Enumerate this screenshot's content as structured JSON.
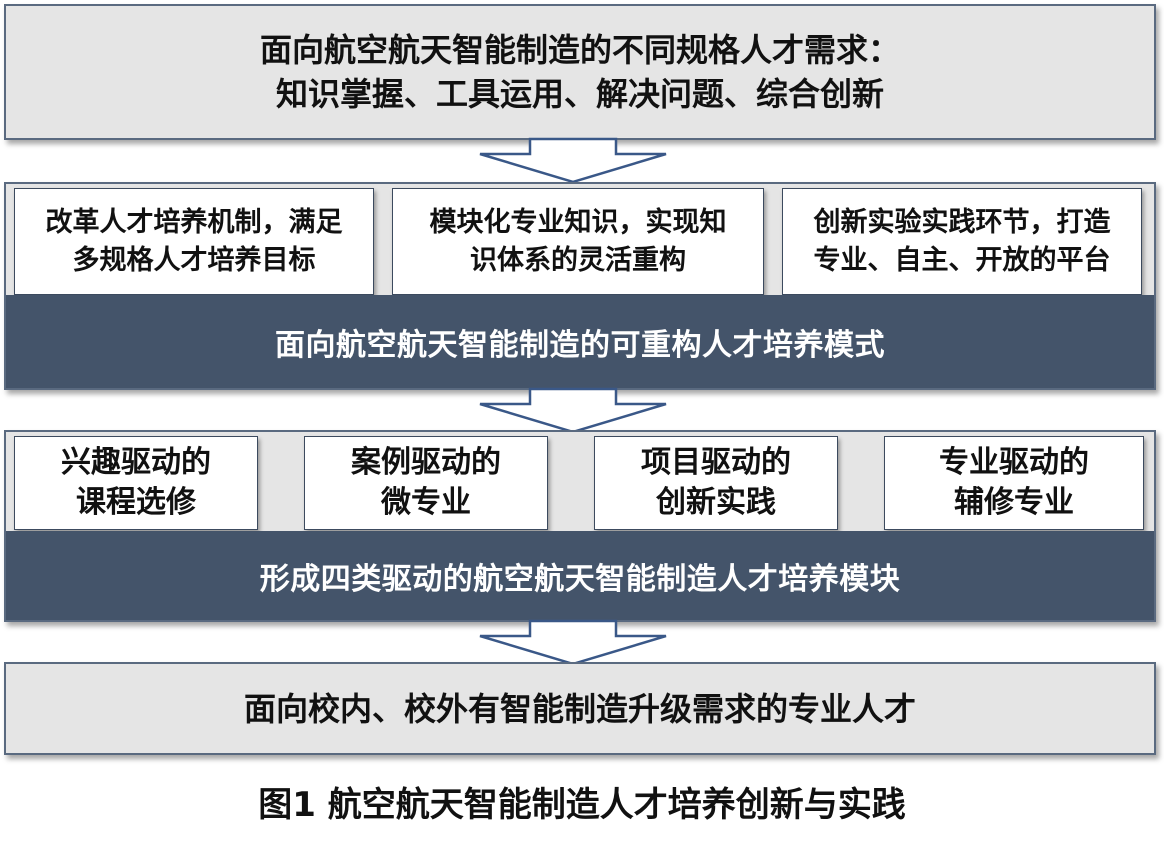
{
  "top_requirement": {
    "line1": "面向航空航天智能制造的不同规格人才需求：",
    "line2": "知识掌握、工具运用、解决问题、综合创新"
  },
  "reform_boxes": [
    {
      "line1": "改革人才培养机制，满足",
      "line2": "多规格人才培养目标"
    },
    {
      "line1": "模块化专业知识，实现知",
      "line2": "识体系的灵活重构"
    },
    {
      "line1": "创新实验实践环节，打造",
      "line2": "专业、自主、开放的平台"
    }
  ],
  "mode_bar": "面向航空航天智能制造的可重构人才培养模式",
  "driver_boxes": [
    {
      "line1": "兴趣驱动的",
      "line2": "课程选修"
    },
    {
      "line1": "案例驱动的",
      "line2": "微专业"
    },
    {
      "line1": "项目驱动的",
      "line2": "创新实践"
    },
    {
      "line1": "专业驱动的",
      "line2": "辅修专业"
    }
  ],
  "module_bar": "形成四类驱动的航空航天智能制造人才培养模块",
  "target_box": "面向校内、校外有智能制造升级需求的专业人才",
  "caption": "图1 航空航天智能制造人才培养创新与实践",
  "colors": {
    "panel_fill": "#e5e5e5",
    "bar_fill": "#44546a",
    "bar_text": "#ffffff",
    "arrow_fill": "#ffffff",
    "arrow_stroke": "#3a5888"
  }
}
